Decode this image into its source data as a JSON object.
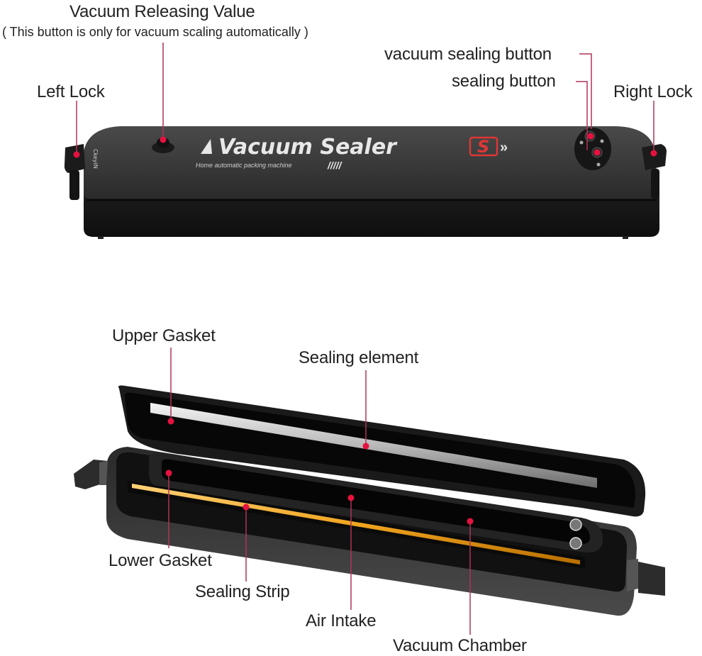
{
  "diagram": {
    "accent_color": "#d6103c",
    "line_color": "#b03456",
    "closed_view": {
      "device_brand": {
        "title": "Vacuum Sealer",
        "badge_letter": "S",
        "tagline": "Home automatic packing machine",
        "side_logo": "CkeyiN"
      },
      "callouts": [
        {
          "id": "vacuum-releasing-value",
          "label": "Vacuum Releasing Value",
          "note": "( This button is only for vacuum scaling automatically )"
        },
        {
          "id": "left-lock",
          "label": "Left Lock"
        },
        {
          "id": "vacuum-sealing-button",
          "label": "vacuum sealing button"
        },
        {
          "id": "sealing-button",
          "label": "sealing button"
        },
        {
          "id": "right-lock",
          "label": "Right Lock"
        }
      ]
    },
    "open_view": {
      "callouts": [
        {
          "id": "upper-gasket",
          "label": "Upper Gasket"
        },
        {
          "id": "sealing-element",
          "label": "Sealing element"
        },
        {
          "id": "lower-gasket",
          "label": "Lower Gasket"
        },
        {
          "id": "sealing-strip",
          "label": "Sealing Strip"
        },
        {
          "id": "air-intake",
          "label": "Air Intake"
        },
        {
          "id": "vacuum-chamber",
          "label": "Vacuum Chamber"
        }
      ]
    }
  }
}
